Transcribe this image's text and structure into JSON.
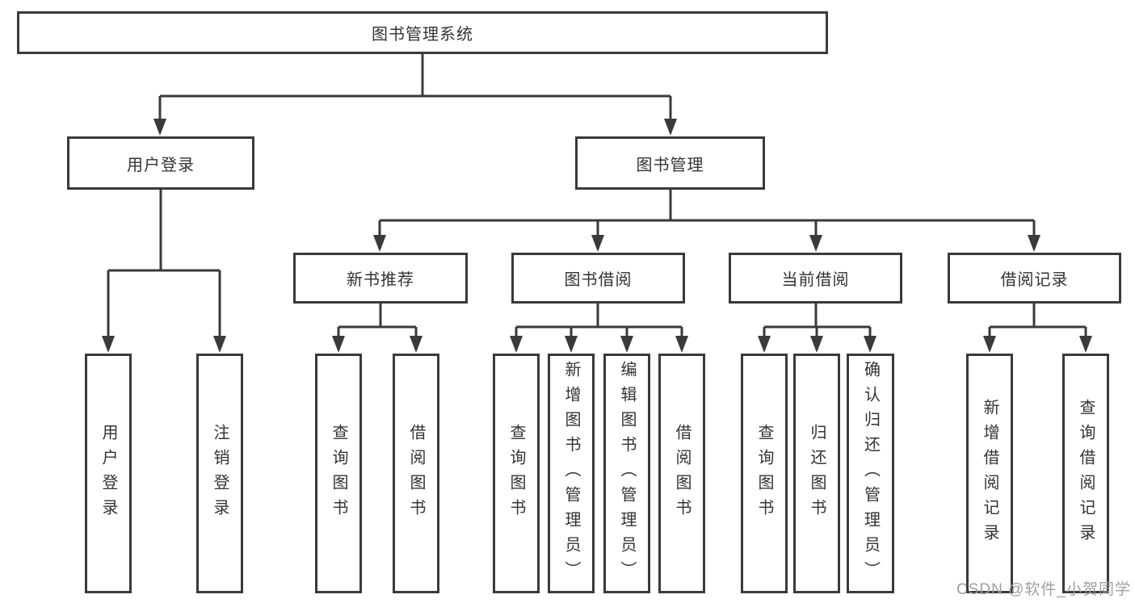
{
  "diagram": {
    "root": "图书管理系统",
    "user": {
      "label": "用户登录",
      "leaves": [
        "用户登录",
        "注销登录"
      ]
    },
    "mgmt": {
      "label": "图书管理",
      "groups": [
        {
          "label": "新书推荐",
          "leaves": [
            "查询图书",
            "借阅图书"
          ]
        },
        {
          "label": "图书借阅",
          "leaves": [
            "查询图书",
            "新增图书（管理员）",
            "编辑图书（管理员）",
            "借阅图书"
          ]
        },
        {
          "label": "当前借阅",
          "leaves": [
            "查询图书",
            "归还图书",
            "确认归还（管理员）"
          ]
        },
        {
          "label": "借阅记录",
          "leaves": [
            "新增借阅记录",
            "查询借阅记录"
          ]
        }
      ]
    }
  },
  "watermark": "CSDN @软件_小贺同学",
  "colors": {
    "line": "#3a3a3a",
    "text": "#333333",
    "watermark": "#9f9f9f",
    "background": "#ffffff"
  }
}
